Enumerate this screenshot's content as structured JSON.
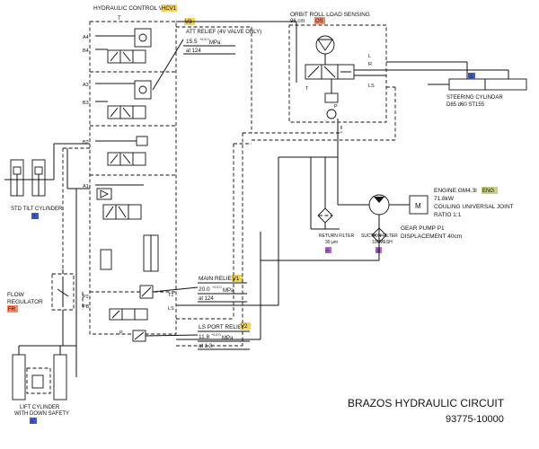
{
  "title": "BRAZOS HYDRAULIC CIRCUIT",
  "drawing_number": "93775-10000",
  "hydraulic_control_valve": {
    "label": "HYDRAULIC CONTROL VALVE",
    "tag": "HCV1",
    "port_t": "T",
    "ports": [
      "A4",
      "B4",
      "A3",
      "B3",
      "B2",
      "A1",
      "P2",
      "PB",
      "P",
      "T2",
      "LS"
    ]
  },
  "att_relief": {
    "tag": "V3",
    "label": "ATT RELIEF (4V VALVE ONLY)",
    "setting": "15.5",
    "tolerance": "+0.5 0",
    "unit": "MPa",
    "at": "at 124"
  },
  "main_relief": {
    "label": "MAIN RELIEF",
    "tag": "V1",
    "setting": "20.0",
    "tolerance": "+0.5 0",
    "unit": "MPa",
    "at": "at 124"
  },
  "ls_port_relief": {
    "label": "LS PORT RELIEF",
    "tag": "V2",
    "setting": "11.8",
    "tolerance": "+0.5 0",
    "unit": "MPa",
    "at": "at 1.3"
  },
  "orbit_roll": {
    "label": "ORBIT ROLL LOAD SENSING",
    "displacement": "96 cm",
    "tag": "OS",
    "ports": [
      "L",
      "R",
      "T",
      "LS",
      "P"
    ]
  },
  "steering_cylinder": {
    "label": "STEERING CYLINDAR",
    "spec": "D85 d60 ST155",
    "tag": "Ⓢ"
  },
  "engine": {
    "line1": "ENGINE GM4.3l",
    "tag": "ENG",
    "line2": "71.8kW",
    "line3": "COULING UNIVERSAL JOINT",
    "line4": "RATIO 1:1",
    "motor_symbol": "M"
  },
  "gear_pump": {
    "line1": "GEAR PUMP  P1",
    "line2": "DISPLACEMENT 40cm"
  },
  "return_filter": {
    "label": "RETURN FILTER",
    "spec": "30 μm",
    "tag": "Ⓡ"
  },
  "suction_filter": {
    "label": "SUCTION FILTER",
    "spec": "100MESH",
    "tag": "Ⓢ"
  },
  "tilt_cylinder": {
    "label": "STD TILT CYLINDER",
    "tag": "Ⓣ"
  },
  "flow_regulator": {
    "line1": "FLOW",
    "line2": "REGULATOR",
    "tag": "FR"
  },
  "lift_cylinder": {
    "line1": "LIFT CYLINDER",
    "line2": "WITH DOWN SAFETY",
    "tag": "Ⓛ"
  }
}
